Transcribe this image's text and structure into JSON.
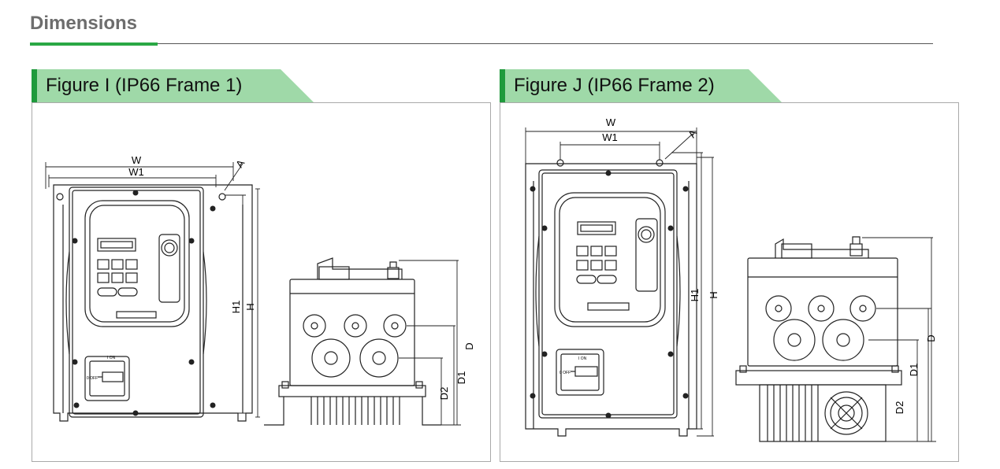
{
  "page": {
    "heading": "Dimensions"
  },
  "colors": {
    "accent": "#2aa845",
    "tab": "#9fd9a8",
    "tab_bar": "#1f9a3c",
    "line": "#222222"
  },
  "figures": [
    {
      "title": "Figure I (IP66 Frame 1)",
      "labels": {
        "w": "W",
        "w1": "W1",
        "a": "A",
        "h": "H",
        "h1": "H1",
        "d": "D",
        "d1": "D1",
        "d2": "D2",
        "switch_on": "I ON",
        "switch_off": "0 OFF"
      }
    },
    {
      "title": "Figure J (IP66 Frame 2)",
      "labels": {
        "w": "W",
        "w1": "W1",
        "a": "A",
        "h": "H",
        "h1": "H1",
        "d": "D",
        "d1": "D1",
        "d2": "D2",
        "switch_on": "I ON",
        "switch_off": "0 OFF"
      }
    }
  ]
}
